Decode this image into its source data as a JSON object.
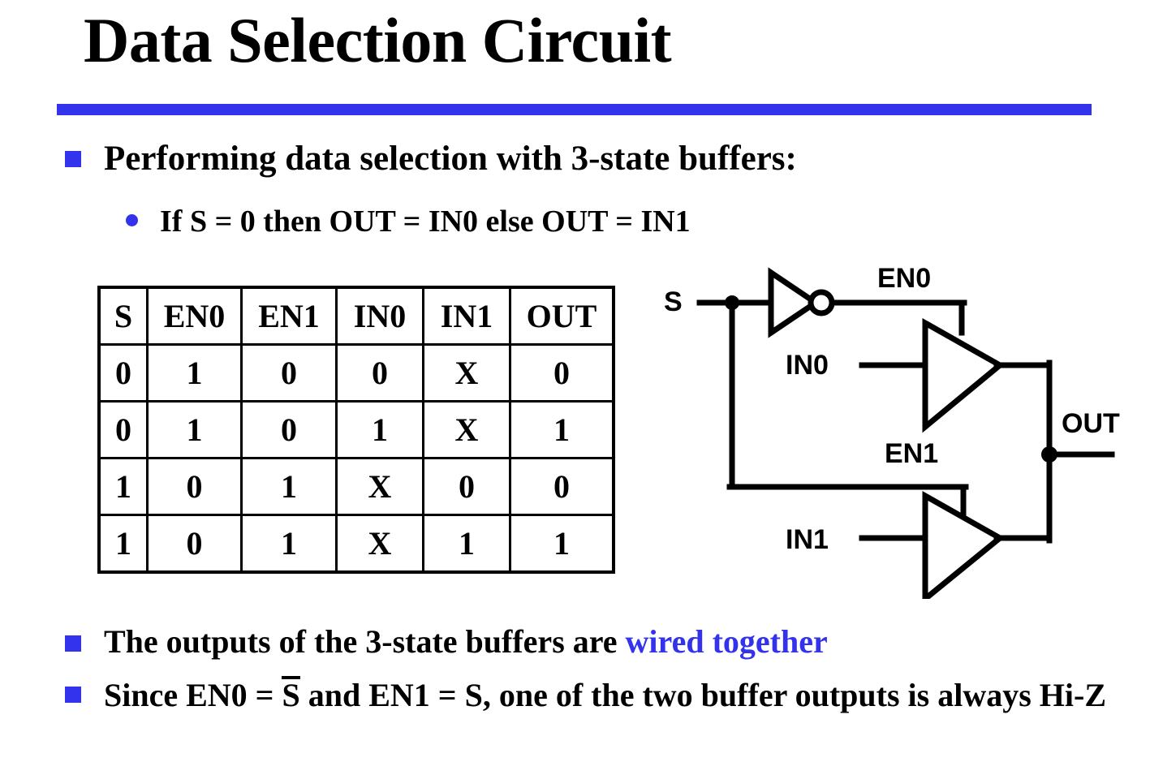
{
  "slide": {
    "title": "Data Selection Circuit",
    "accent_color": "#3333ee",
    "text_color": "#000000",
    "background": "#ffffff"
  },
  "bullets": {
    "b1": "Performing data selection with 3-state buffers:",
    "b2": "If S = 0 then OUT = IN0 else OUT = IN1",
    "b3_plain": "The outputs of the 3-state buffers are ",
    "b3_highlight": "wired together",
    "b4_part1": "Since EN0 = ",
    "b4_overline": "S",
    "b4_part2": " and EN1 = S, one of the two buffer outputs is always Hi-Z"
  },
  "truth_table": {
    "headers": [
      "S",
      "EN0",
      "EN1",
      "IN0",
      "IN1",
      "OUT"
    ],
    "rows": [
      [
        "0",
        "1",
        "0",
        "0",
        "X",
        "0"
      ],
      [
        "0",
        "1",
        "0",
        "1",
        "X",
        "1"
      ],
      [
        "1",
        "0",
        "1",
        "X",
        "0",
        "0"
      ],
      [
        "1",
        "0",
        "1",
        "X",
        "1",
        "1"
      ]
    ]
  },
  "circuit": {
    "labels": {
      "s": "S",
      "en0": "EN0",
      "in0": "IN0",
      "en1": "EN1",
      "in1": "IN1",
      "out": "OUT"
    },
    "components": [
      "inverter",
      "tristate-buffer-0",
      "tristate-buffer-1",
      "wired-or-node"
    ]
  }
}
